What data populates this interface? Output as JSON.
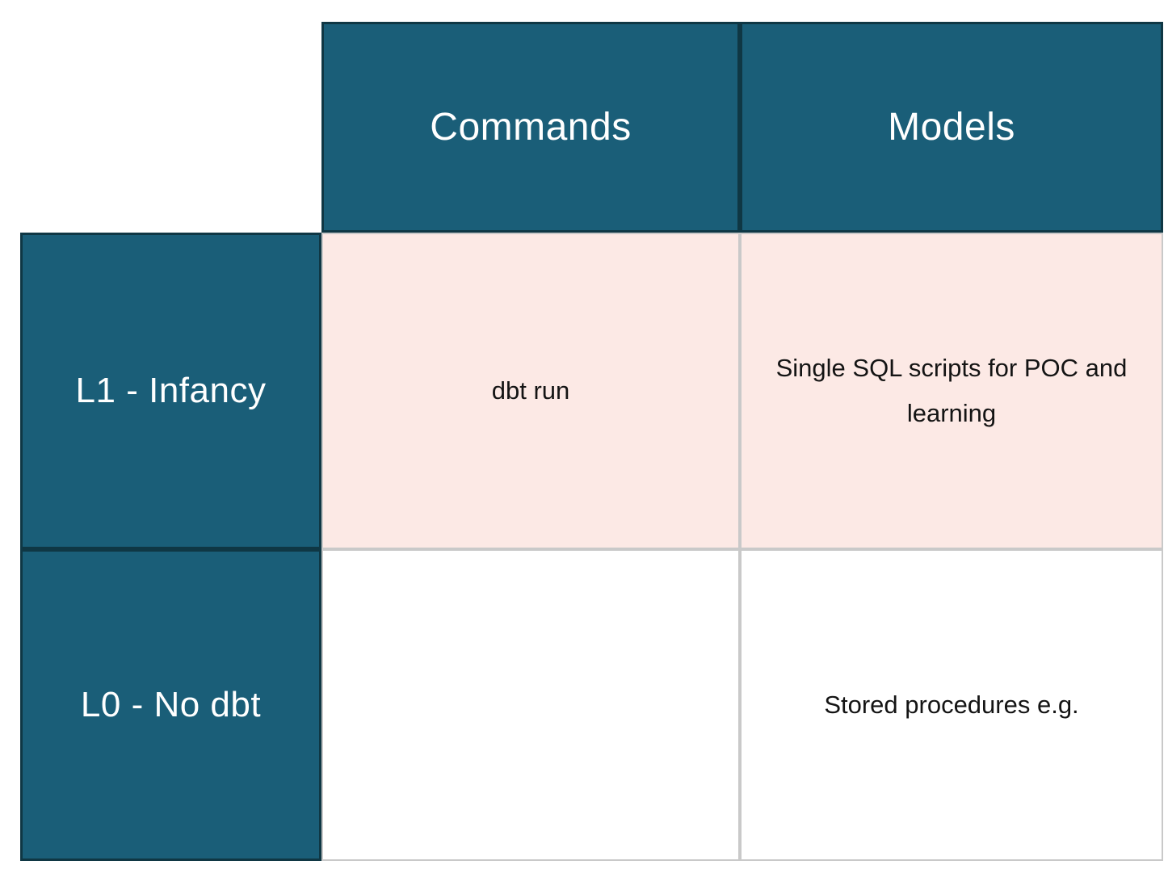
{
  "colors": {
    "teal": "#1A5E78",
    "teal_border": "#0F3744",
    "pink": "#FCE9E5",
    "grid_gray": "#C9C9C9",
    "white": "#FFFFFF",
    "text_dark": "#141414",
    "text_light": "#FFFFFF"
  },
  "table": {
    "column_headers": [
      {
        "label": "Commands"
      },
      {
        "label": "Models"
      }
    ],
    "rows": [
      {
        "header": "L1 - Infancy",
        "highlighted": true,
        "cells": [
          {
            "text": "dbt run"
          },
          {
            "text": "Single SQL scripts for POC and learning"
          }
        ]
      },
      {
        "header": "L0 - No dbt",
        "highlighted": false,
        "cells": [
          {
            "text": ""
          },
          {
            "text": "Stored procedures e.g."
          }
        ]
      }
    ]
  },
  "chart_data": {
    "type": "table",
    "columns": [
      "",
      "Commands",
      "Models"
    ],
    "rows": [
      [
        "L1 - Infancy",
        "dbt run",
        "Single SQL scripts for POC and learning"
      ],
      [
        "L0 - No dbt",
        "",
        "Stored procedures e.g."
      ]
    ],
    "layout_hints": {
      "header_row_color": "#1A5E78",
      "header_col_color": "#1A5E78",
      "row_L1_fill": "#FCE9E5",
      "row_L0_fill": "#FFFFFF",
      "top_left_corner": "blank"
    }
  }
}
